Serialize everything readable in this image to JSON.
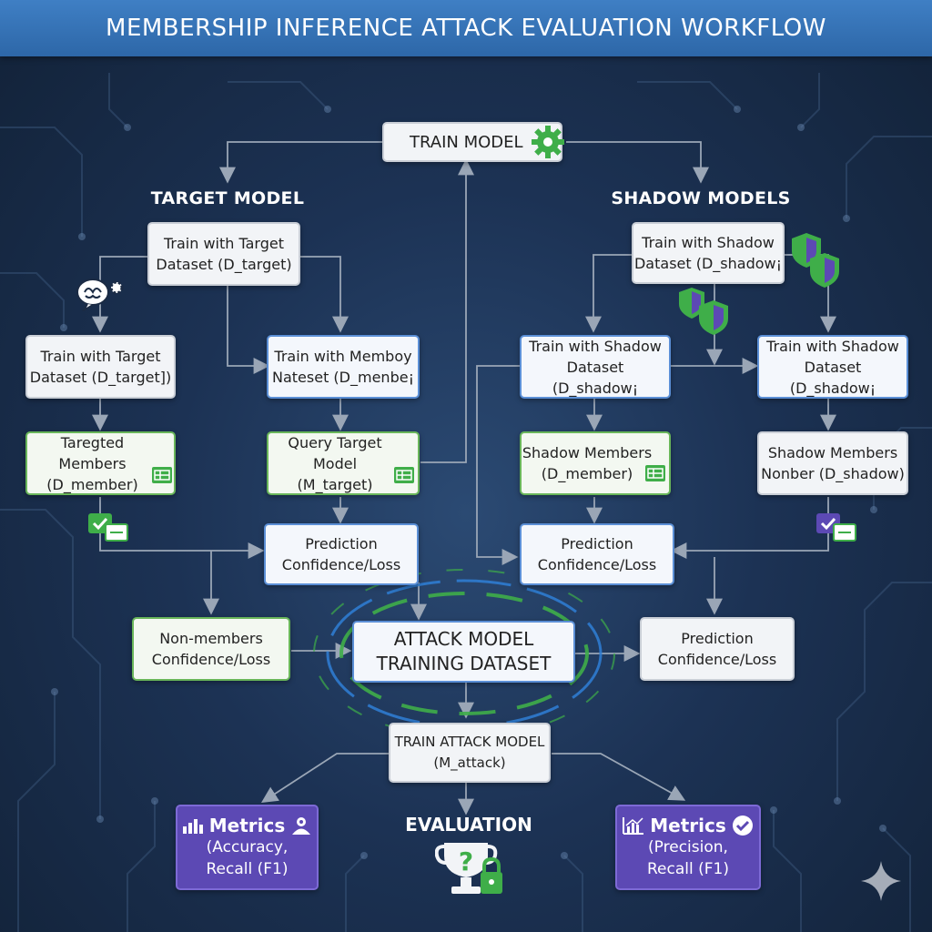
{
  "title": "MEMBERSHIP INFERENCE ATTACK EVALUATION WORKFLOW",
  "sections": {
    "target": "TARGET MODEL",
    "shadow": "SHADOW MODELS",
    "evaluation": "EVALUATION"
  },
  "nodes": {
    "train_model": "TRAIN MODEL",
    "target_train_top": [
      "Train with Target",
      "Dataset (D_target)"
    ],
    "target_train_left": [
      "Train with Target",
      "Dataset (D_target])"
    ],
    "target_train_member": [
      "Train with Memboy",
      "Nateset (D_menbe¡"
    ],
    "targeted_members": [
      "Taregted Members",
      "(D_member)"
    ],
    "query_target": [
      "Query Target Model",
      "(M_target)"
    ],
    "target_prediction": [
      "Prediction",
      "Confidence/Loss"
    ],
    "non_members": [
      "Non-members",
      "Confidence/Loss"
    ],
    "shadow_train_top": [
      "Train with Shadow",
      "Dataset (D_shadow¡"
    ],
    "shadow_train_mid": [
      "Train with Shadow",
      "Dataset (D_shadow¡"
    ],
    "shadow_train_right": [
      "Train with Shadow",
      "Dataset (D_shadow¡"
    ],
    "shadow_members": [
      "Shadow Members",
      "(D_member)"
    ],
    "shadow_nonmembers": [
      "Shadow Members",
      "Nonber (D_shadow)"
    ],
    "shadow_prediction": [
      "Prediction",
      "Confidence/Loss"
    ],
    "right_prediction": [
      "Prediction",
      "Confidence/Loss"
    ],
    "attack_dataset": [
      "ATTACK MODEL",
      "TRAINING DATASET"
    ],
    "train_attack": [
      "TRAIN ATTACK MODEL",
      "(M_attack)"
    ],
    "metrics_left": {
      "head": "Metrics",
      "lines": [
        "(Accuracy,",
        "Recall (F1)"
      ]
    },
    "metrics_right": {
      "head": "Metrics",
      "lines": [
        "(Precision,",
        "Recall (F1)"
      ]
    }
  },
  "colors": {
    "title_bar": "#3a76ba",
    "background": "#1c3254",
    "blue_border": "#5b8fd6",
    "green_border": "#69b65a",
    "metrics": "#5c49b4",
    "accent_green": "#3fae49",
    "accent_blue": "#3b82d6"
  },
  "icons": [
    "gear-icon",
    "brain-gear-icon",
    "table-icon",
    "check-icon",
    "shield-icon",
    "chart-icon",
    "user-gear-icon",
    "check-circle-icon",
    "trophy-question-icon",
    "lock-icon",
    "sparkle-icon"
  ]
}
